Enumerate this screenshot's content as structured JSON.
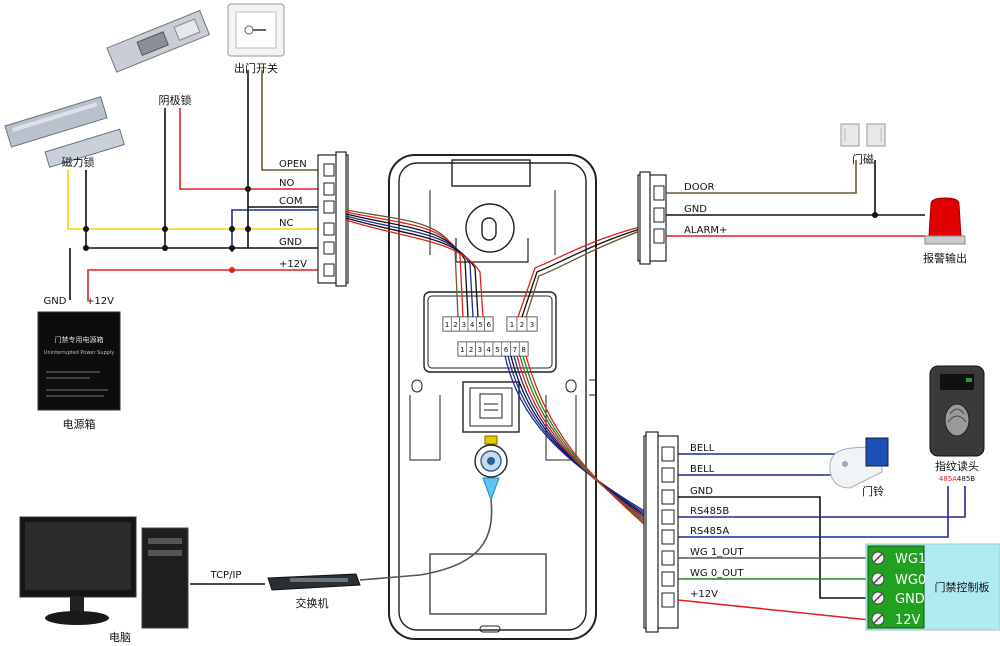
{
  "devices": {
    "exit_button": "出门开关",
    "strike_lock": "阴极锁",
    "mag_lock": "磁力锁",
    "power_supply": "电源箱",
    "power_box_text": "门禁专用电源箱",
    "power_box_sub": "Uninterrupted Power Supply",
    "door_sensor": "门磁",
    "alarm_output": "报警输出",
    "doorbell": "门铃",
    "fingerprint_reader": "指纹读头",
    "switch": "交换机",
    "computer": "电脑",
    "control_board": "门禁控制板"
  },
  "labels": {
    "ps_gnd": "GND",
    "ps_12v": "+12V",
    "network": "TCP/IP",
    "reader_485a": "485A",
    "reader_485b": "485B"
  },
  "left_terminals": [
    "OPEN",
    "NO",
    "COM",
    "NC",
    "GND",
    "+12V"
  ],
  "right_top_terminals": [
    "DOOR",
    "GND",
    "ALARM+"
  ],
  "right_bottom_terminals": [
    "BELL",
    "BELL",
    "GND",
    "RS485B",
    "RS485A",
    "WG 1_OUT",
    "WG 0_OUT",
    "+12V"
  ],
  "board_pins": [
    "WG1",
    "WG0",
    "GND",
    "12V"
  ],
  "connector_pins": {
    "a": [
      "1",
      "2",
      "3",
      "4",
      "5",
      "6"
    ],
    "b": [
      "1",
      "2",
      "3"
    ],
    "c": [
      "1",
      "2",
      "3",
      "4",
      "5",
      "6",
      "7",
      "8"
    ]
  },
  "colors": {
    "red": "#e02020",
    "yellow": "#f2d600",
    "blue": "#1d2a9a",
    "brown": "#6b5a2a",
    "black": "#111111",
    "green": "#1a8a1a",
    "board": "#aeeaf0",
    "alarm_red": "#e00000"
  }
}
